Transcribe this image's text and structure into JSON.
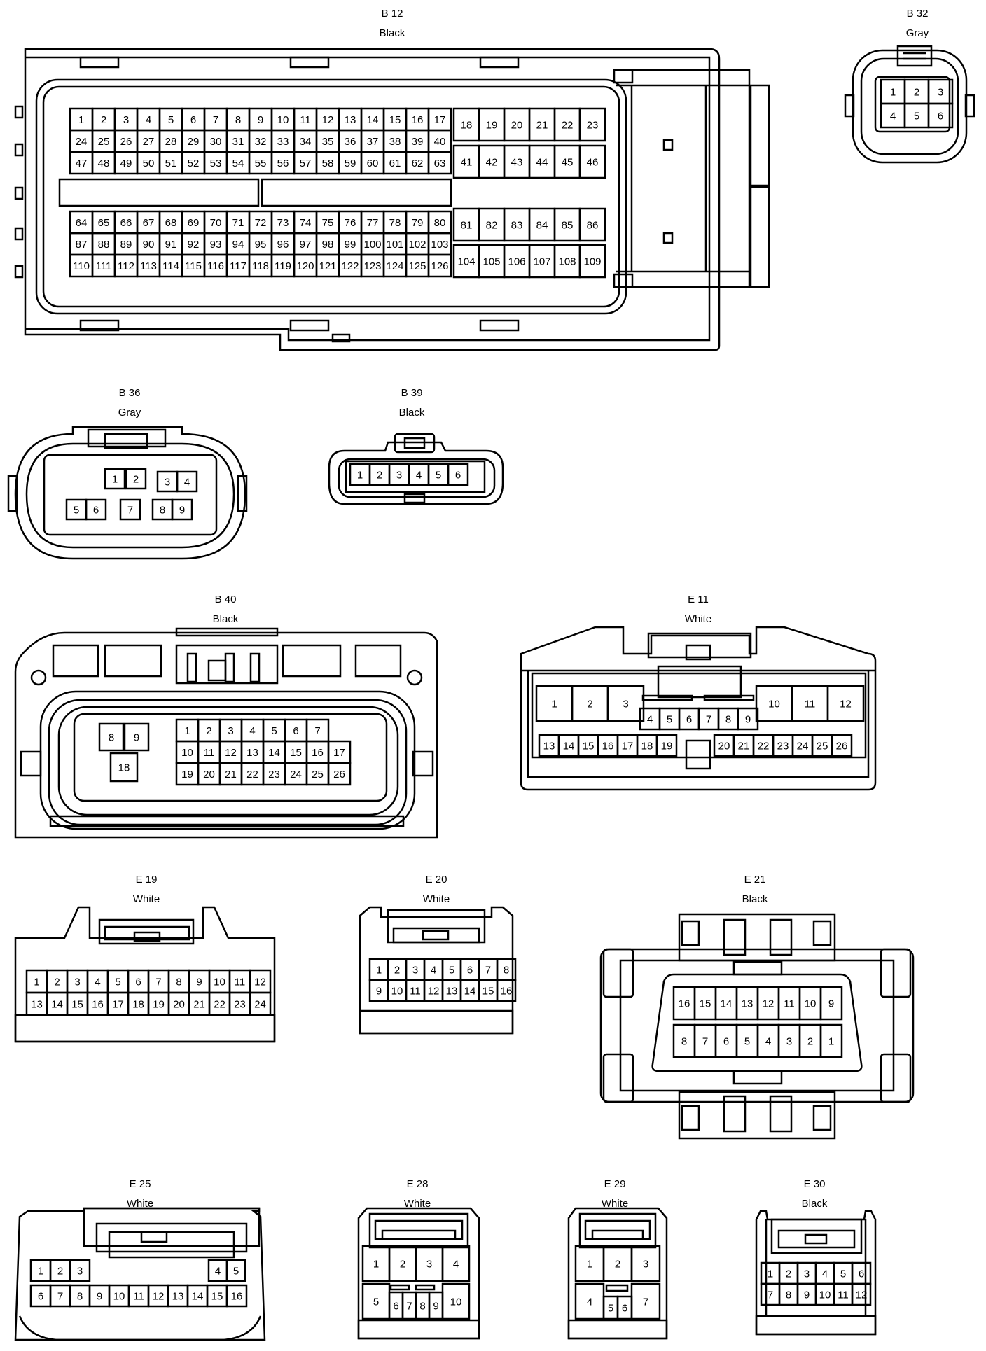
{
  "connectors": {
    "B12": {
      "code": "B 12",
      "color": "Black"
    },
    "B32": {
      "code": "B 32",
      "color": "Gray"
    },
    "B36": {
      "code": "B 36",
      "color": "Gray"
    },
    "B39": {
      "code": "B 39",
      "color": "Black"
    },
    "B40": {
      "code": "B 40",
      "color": "Black"
    },
    "E11": {
      "code": "E 11",
      "color": "White"
    },
    "E19": {
      "code": "E 19",
      "color": "White"
    },
    "E20": {
      "code": "E 20",
      "color": "White"
    },
    "E21": {
      "code": "E 21",
      "color": "Black"
    },
    "E25": {
      "code": "E 25",
      "color": "White"
    },
    "E28": {
      "code": "E 28",
      "color": "White"
    },
    "E29": {
      "code": "E 29",
      "color": "White"
    },
    "E30": {
      "code": "E 30",
      "color": "Black"
    }
  },
  "pins": {
    "B12_left": [
      [
        "1",
        "2",
        "3",
        "4",
        "5",
        "6",
        "7",
        "8",
        "9",
        "10",
        "11",
        "12",
        "13",
        "14",
        "15",
        "16",
        "17"
      ],
      [
        "24",
        "25",
        "26",
        "27",
        "28",
        "29",
        "30",
        "31",
        "32",
        "33",
        "34",
        "35",
        "36",
        "37",
        "38",
        "39",
        "40"
      ],
      [
        "47",
        "48",
        "49",
        "50",
        "51",
        "52",
        "53",
        "54",
        "55",
        "56",
        "57",
        "58",
        "59",
        "60",
        "61",
        "62",
        "63"
      ],
      [
        "64",
        "65",
        "66",
        "67",
        "68",
        "69",
        "70",
        "71",
        "72",
        "73",
        "74",
        "75",
        "76",
        "77",
        "78",
        "79",
        "80"
      ],
      [
        "87",
        "88",
        "89",
        "90",
        "91",
        "92",
        "93",
        "94",
        "95",
        "96",
        "97",
        "98",
        "99",
        "100",
        "101",
        "102",
        "103"
      ],
      [
        "110",
        "111",
        "112",
        "113",
        "114",
        "115",
        "116",
        "117",
        "118",
        "119",
        "120",
        "121",
        "122",
        "123",
        "124",
        "125",
        "126"
      ]
    ],
    "B12_right": [
      [
        "18",
        "19",
        "20",
        "21",
        "22",
        "23"
      ],
      [
        "41",
        "42",
        "43",
        "44",
        "45",
        "46"
      ],
      [
        "81",
        "82",
        "83",
        "84",
        "85",
        "86"
      ],
      [
        "104",
        "105",
        "106",
        "107",
        "108",
        "109"
      ]
    ],
    "B32": [
      [
        "1",
        "2",
        "3"
      ],
      [
        "4",
        "5",
        "6"
      ]
    ],
    "B36": [
      "1",
      "2",
      "3",
      "4",
      "5",
      "6",
      "7",
      "8",
      "9"
    ],
    "B39": [
      "1",
      "2",
      "3",
      "4",
      "5",
      "6"
    ],
    "B40": [
      "1",
      "2",
      "3",
      "4",
      "5",
      "6",
      "7",
      "8",
      "9",
      "10",
      "11",
      "12",
      "13",
      "14",
      "15",
      "16",
      "17",
      "18",
      "19",
      "20",
      "21",
      "22",
      "23",
      "24",
      "25",
      "26"
    ],
    "E11": [
      "1",
      "2",
      "3",
      "4",
      "5",
      "6",
      "7",
      "8",
      "9",
      "10",
      "11",
      "12",
      "13",
      "14",
      "15",
      "16",
      "17",
      "18",
      "19",
      "20",
      "21",
      "22",
      "23",
      "24",
      "25",
      "26"
    ],
    "E19": [
      [
        "1",
        "2",
        "3",
        "4",
        "5",
        "6",
        "7",
        "8",
        "9",
        "10",
        "11",
        "12"
      ],
      [
        "13",
        "14",
        "15",
        "16",
        "17",
        "18",
        "19",
        "20",
        "21",
        "22",
        "23",
        "24"
      ]
    ],
    "E20": [
      [
        "1",
        "2",
        "3",
        "4",
        "5",
        "6",
        "7",
        "8"
      ],
      [
        "9",
        "10",
        "11",
        "12",
        "13",
        "14",
        "15",
        "16"
      ]
    ],
    "E21": [
      [
        "16",
        "15",
        "14",
        "13",
        "12",
        "11",
        "10",
        "9"
      ],
      [
        "8",
        "7",
        "6",
        "5",
        "4",
        "3",
        "2",
        "1"
      ]
    ],
    "E25": [
      "1",
      "2",
      "3",
      "4",
      "5",
      "6",
      "7",
      "8",
      "9",
      "10",
      "11",
      "12",
      "13",
      "14",
      "15",
      "16"
    ],
    "E28": [
      "1",
      "2",
      "3",
      "4",
      "5",
      "6",
      "7",
      "8",
      "9",
      "10"
    ],
    "E29": [
      "1",
      "2",
      "3",
      "4",
      "5",
      "6",
      "7"
    ],
    "E30": [
      [
        "1",
        "2",
        "3",
        "4",
        "5",
        "6"
      ],
      [
        "7",
        "8",
        "9",
        "10",
        "11",
        "12"
      ]
    ]
  }
}
